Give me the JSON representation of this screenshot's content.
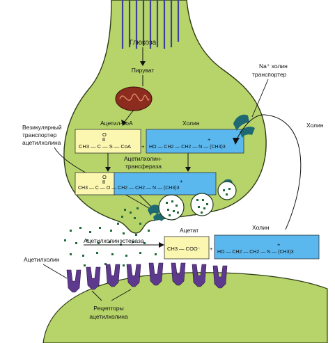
{
  "labels": {
    "glucose": "Глюкоза",
    "pyruvate": "Пируват",
    "acetyl_coa": "Ацетил-КоА",
    "choline_top": "Холин",
    "na_choline_transporter_line1": "Na⁺ холин",
    "na_choline_transporter_line2": "транспортер",
    "choline_right": "Холин",
    "vesicular_transporter_line1": "Везикулярный",
    "vesicular_transporter_line2": "транспортер",
    "vesicular_transporter_line3": "ацетилхолина",
    "chat_line1": "Ацетилхолин-",
    "chat_line2": "трансфераза",
    "acetylcholinesterase": "Ацетилхолинэстераза",
    "acetate": "Ацетат",
    "choline_bottom": "Холин",
    "acetylcholine": "Ацетилхолин",
    "receptors_line1": "Рецепторы",
    "receptors_line2": "ацетилхолина"
  },
  "formulas": {
    "acetyl_coa": "CH3 — C — S — CoA",
    "acetyl_coa_o": "O",
    "choline": "HO — CH2 — CH2 — N — (CH3)3",
    "acetylcholine": "CH3 — C — O — CH2 — CH2 — N — (CH3)3",
    "acetylcholine_o": "O",
    "acetate": "CH3 — COO⁻",
    "choline_cleft": "HO — CH2 — CH2 — N — (CH3)3",
    "plus": "+",
    "n_charge": "+"
  },
  "colors": {
    "terminal": "#b6d46a",
    "terminal_stroke": "#2d3a14",
    "yellow_box": "#fbf6b0",
    "blue_box": "#5ab8ef",
    "mitochondrion": "#8b2c1e",
    "transporter": "#1f6a72",
    "receptor": "#5e3a8f",
    "microtubule": "#3a3fa0",
    "ach_dot": "#1f6a3a"
  },
  "icons": [
    "mitochondrion-icon",
    "na-choline-transporter-icon",
    "vesicular-transporter-icon",
    "receptor-icon",
    "vesicle-icon"
  ]
}
